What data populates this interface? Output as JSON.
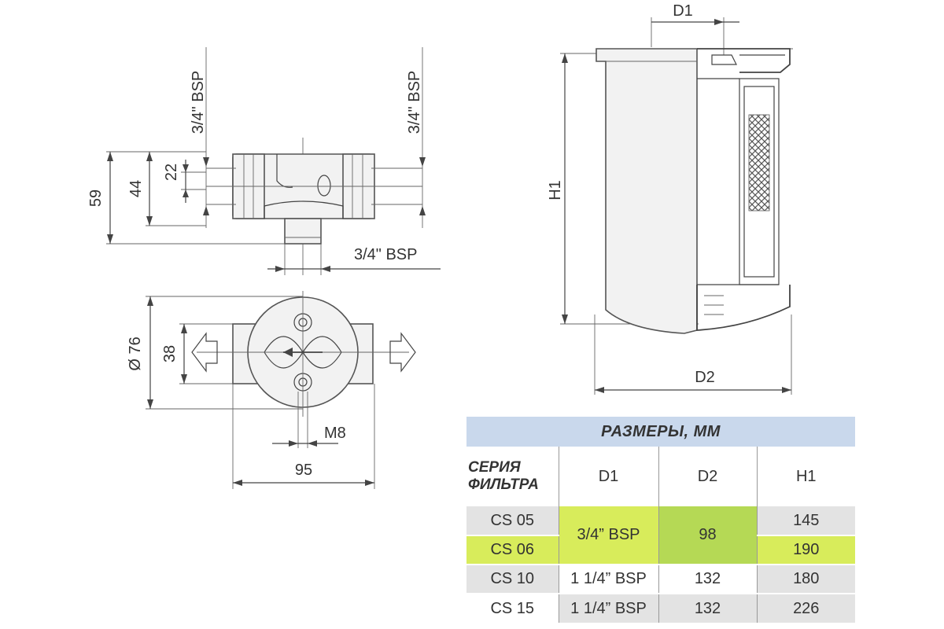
{
  "drawing": {
    "left_view": {
      "port_left_label": "3/4\" BSP",
      "port_right_label": "3/4\" BSP",
      "bottom_port_label": "3/4\" BSP",
      "dim_59": "59",
      "dim_44": "44",
      "dim_22": "22",
      "dim_dia76": "Ø 76",
      "dim_38": "38",
      "dim_m8": "M8",
      "dim_95": "95"
    },
    "right_view": {
      "dim_d1": "D1",
      "dim_h1": "H1",
      "dim_d2": "D2"
    }
  },
  "table": {
    "title": "РАЗМЕРЫ, ММ",
    "series_header_line1": "СЕРИЯ",
    "series_header_line2": "ФИЛЬТРА",
    "col_d1": "D1",
    "col_d2": "D2",
    "col_h1": "H1",
    "merged_d1": "3/4” BSP",
    "merged_d2": "98",
    "rows": [
      {
        "series": "CS 05",
        "h1": "145"
      },
      {
        "series": "CS 06",
        "h1": "190"
      },
      {
        "series": "CS 10",
        "d1": "1 1/4” BSP",
        "d2": "132",
        "h1": "180"
      },
      {
        "series": "CS 15",
        "d1": "1 1/4” BSP",
        "d2": "132",
        "h1": "226"
      }
    ]
  },
  "colors": {
    "header_band": "#c9d8ec",
    "highlight_lime": "#d8ec5b",
    "highlight_green": "#b5d955",
    "row_grey": "#e3e3e3"
  }
}
